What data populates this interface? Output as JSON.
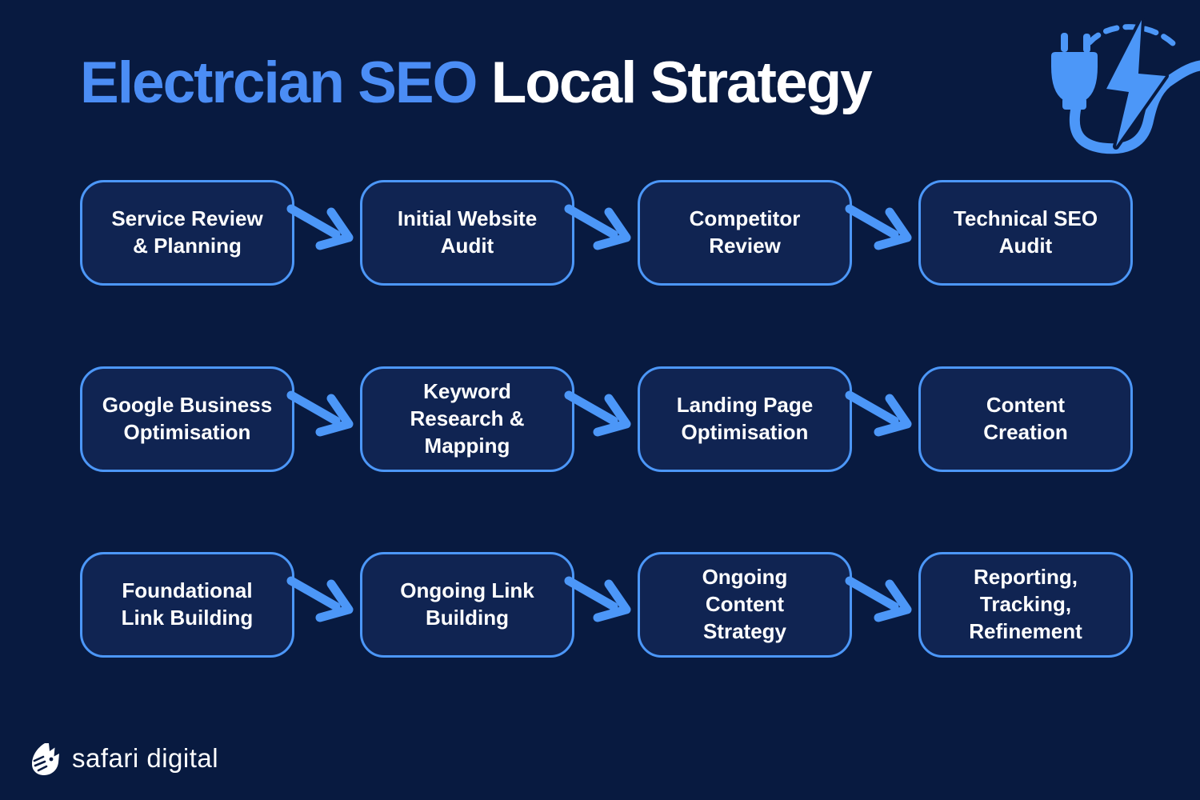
{
  "title": {
    "highlight": "Electrcian SEO",
    "rest": "Local Strategy"
  },
  "header_icon": "electric-plug-lightning-icon",
  "flow": {
    "rows": [
      {
        "steps": [
          {
            "label": "Service Review\n& Planning"
          },
          {
            "label": "Initial Website\nAudit"
          },
          {
            "label": "Competitor\nReview"
          },
          {
            "label": "Technical SEO\nAudit"
          }
        ]
      },
      {
        "steps": [
          {
            "label": "Google Business\nOptimisation"
          },
          {
            "label": "Keyword\nResearch &\nMapping"
          },
          {
            "label": "Landing Page\nOptimisation"
          },
          {
            "label": "Content\nCreation"
          }
        ]
      },
      {
        "steps": [
          {
            "label": "Foundational\nLink Building"
          },
          {
            "label": "Ongoing Link\nBuilding"
          },
          {
            "label": "Ongoing\nContent\nStrategy"
          },
          {
            "label": "Reporting,\nTracking,\nRefinement"
          }
        ]
      }
    ]
  },
  "footer": {
    "brand": "safari digital",
    "logo": "zebra-icon"
  },
  "colors": {
    "background": "#081A40",
    "box-fill": "#102452",
    "accent": "#4C97F8",
    "title-blue": "#4B8DF5",
    "text": "#FFFFFF"
  }
}
